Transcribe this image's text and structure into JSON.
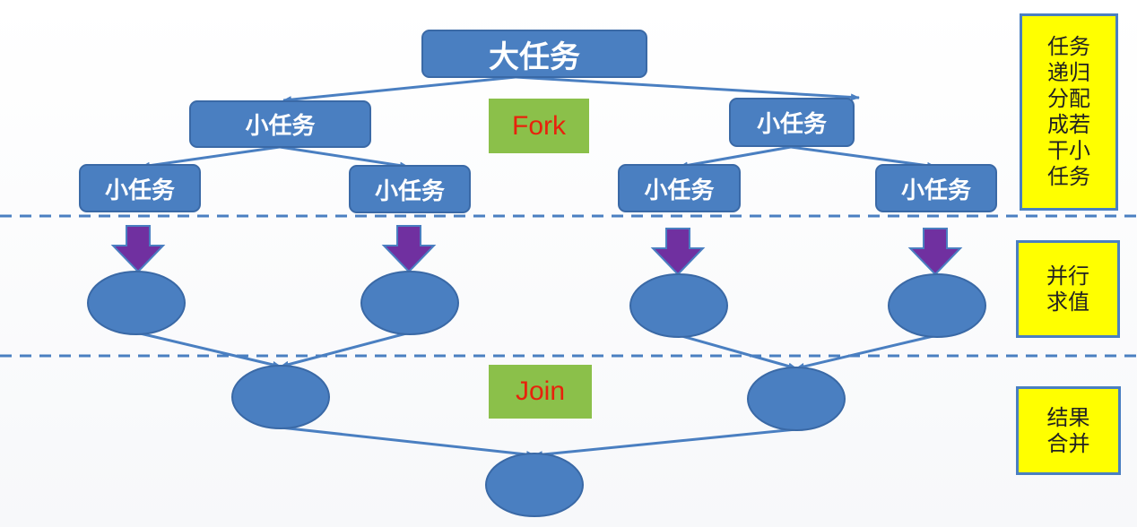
{
  "colors": {
    "node_fill": "#4a7fc1",
    "node_stroke": "#3a69a6",
    "edge": "#4a7fc1",
    "arrow_fill": "#7030a0",
    "dashed_line": "#4a7fc1",
    "label_bg": "#8bc04a",
    "label_text": "#e8220c",
    "side_bg": "#ffff00"
  },
  "tasks": {
    "big_task": "大任务",
    "mid_left": "小任务",
    "mid_right": "小任务",
    "leaf_1": "小任务",
    "leaf_2": "小任务",
    "leaf_3": "小任务",
    "leaf_4": "小任务"
  },
  "labels": {
    "fork": "Fork",
    "join": "Join"
  },
  "side_notes": {
    "split": "任务递归分配成若干小任务",
    "compute": "并行求值",
    "merge": "结果合并"
  }
}
